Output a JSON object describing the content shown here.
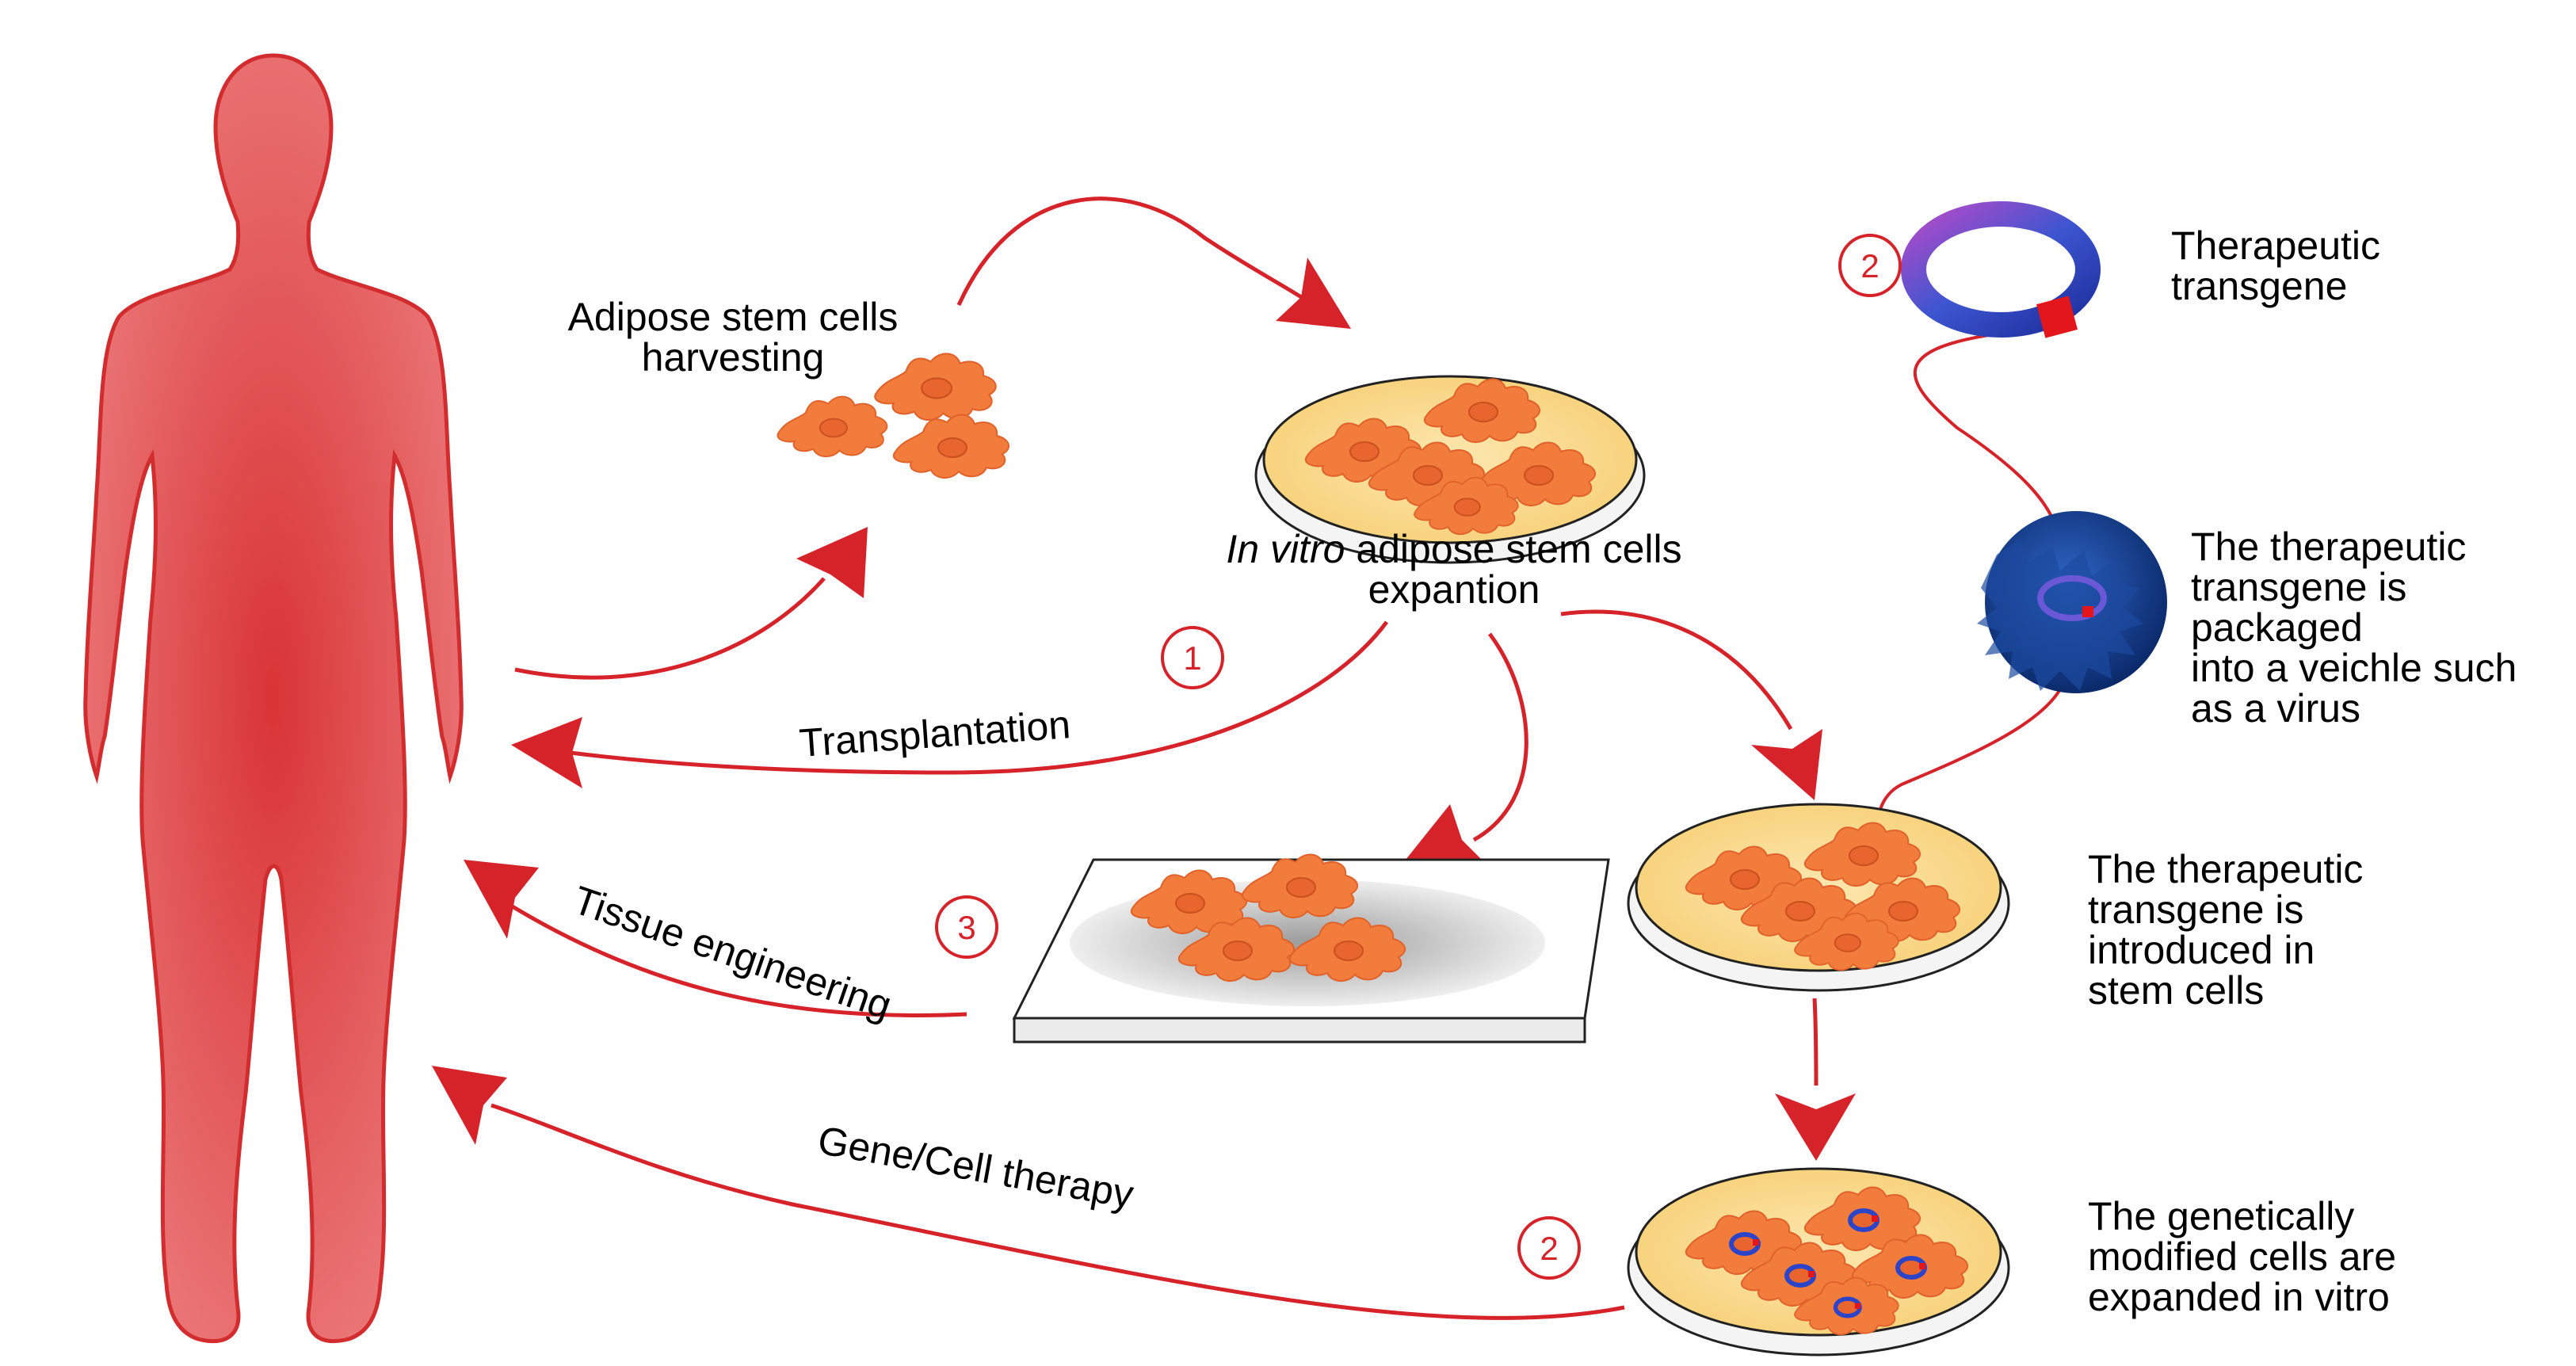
{
  "labels": {
    "harvesting": "Adipose stem cells\nharvesting",
    "expansion_italic": "In vitro",
    "expansion_rest": " adipose stem cells",
    "expansion_line2": "expantion",
    "transplantation": "Transplantation",
    "tissue_engineering": "Tissue engineering",
    "gene_cell_therapy": "Gene/Cell therapy",
    "transgene": "Therapeutic\ntransgene",
    "packaged": "The therapeutic\ntransgene is\npackaged\ninto a veichle such\nas a virus",
    "introduced": "The therapeutic\ntransgene is\nintroduced in\nstem cells",
    "expanded": "The genetically\nmodified cells are\nexpanded in vitro"
  },
  "step_numbers": {
    "transplantation": "1",
    "transgene": "2",
    "gene_therapy": "2",
    "tissue_engineering": "3"
  },
  "colors": {
    "body": "#e8676a",
    "arrow": "#d62229",
    "cell": "#f27c3c",
    "dish_medium": "#f9d98c",
    "virus": "#0f3a8a",
    "plasmid": "#3b4fc4",
    "plasmid_tag": "#e3161b"
  }
}
